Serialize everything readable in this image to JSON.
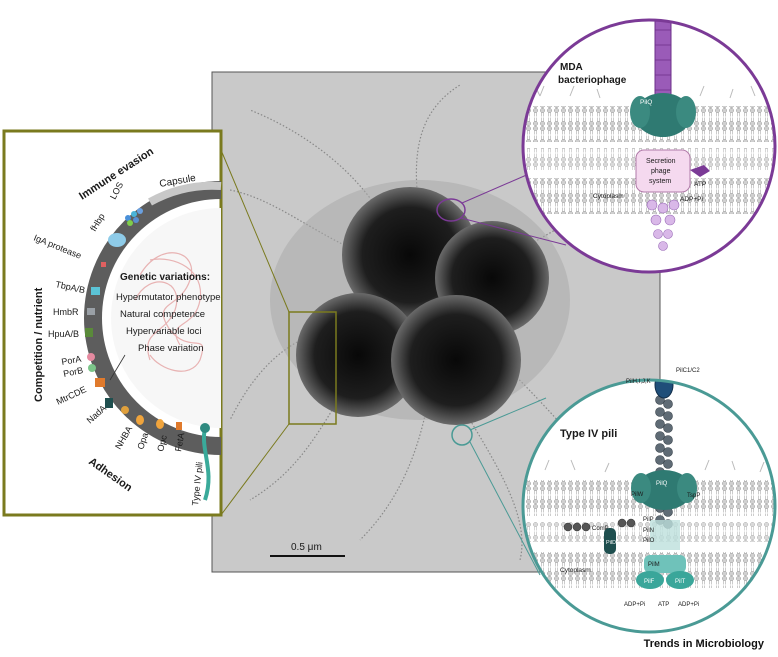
{
  "micrograph": {
    "scale_bar": "0.5 μm"
  },
  "left_panel": {
    "title_immune": "Immune evasion",
    "title_competition": "Competition / nutrient",
    "title_adhesion": "Adhesion",
    "capsule": "Capsule",
    "genetic_title": "Genetic variations:",
    "genetic_items": [
      "Hypermutator phenotype",
      "Natural competence",
      "Hypervariable loci",
      "Phase variation"
    ],
    "proteins": {
      "los": "LOS",
      "fhbp": "fHbp",
      "iga": "IgA protease",
      "tbpab": "TbpA/B",
      "hmbr": "HmbR",
      "hpuab": "HpuA/B",
      "pora": "PorA",
      "porb": "PorB",
      "mtrcde": "MtrCDE",
      "nada": "NadA",
      "nhba": "NHBA",
      "opa": "Opa",
      "opc": "Opc",
      "feta": "FetA",
      "pili": "Type IV pili"
    }
  },
  "mda_panel": {
    "title_line1": "MDA",
    "title_line2": "bacteriophage",
    "piiq": "PilQ",
    "secretion_line1": "Secretion",
    "secretion_line2": "phage",
    "secretion_line3": "system",
    "atp": "ATP",
    "adp": "ADP+Pi",
    "cytoplasm": "Cytoplasm"
  },
  "pili_panel": {
    "title": "Type IV pili",
    "pilc": "PilC1/C2",
    "pilhijk": "PilH,I,J,K",
    "pilq": "PilQ",
    "pilw": "PilW",
    "tsp": "TspP",
    "pilp": "PilP",
    "pilm": "PilM",
    "piln": "PilN",
    "pilo": "PilO",
    "pilf": "PilF",
    "pilt": "PilT",
    "pild": "PilD",
    "come": "ComP",
    "atp": "ATP",
    "adp_left": "ADP+Pi",
    "adp_right": "ADP+Pi",
    "cytoplasm": "Cytoplasm"
  },
  "journal": "Trends in Microbiology"
}
